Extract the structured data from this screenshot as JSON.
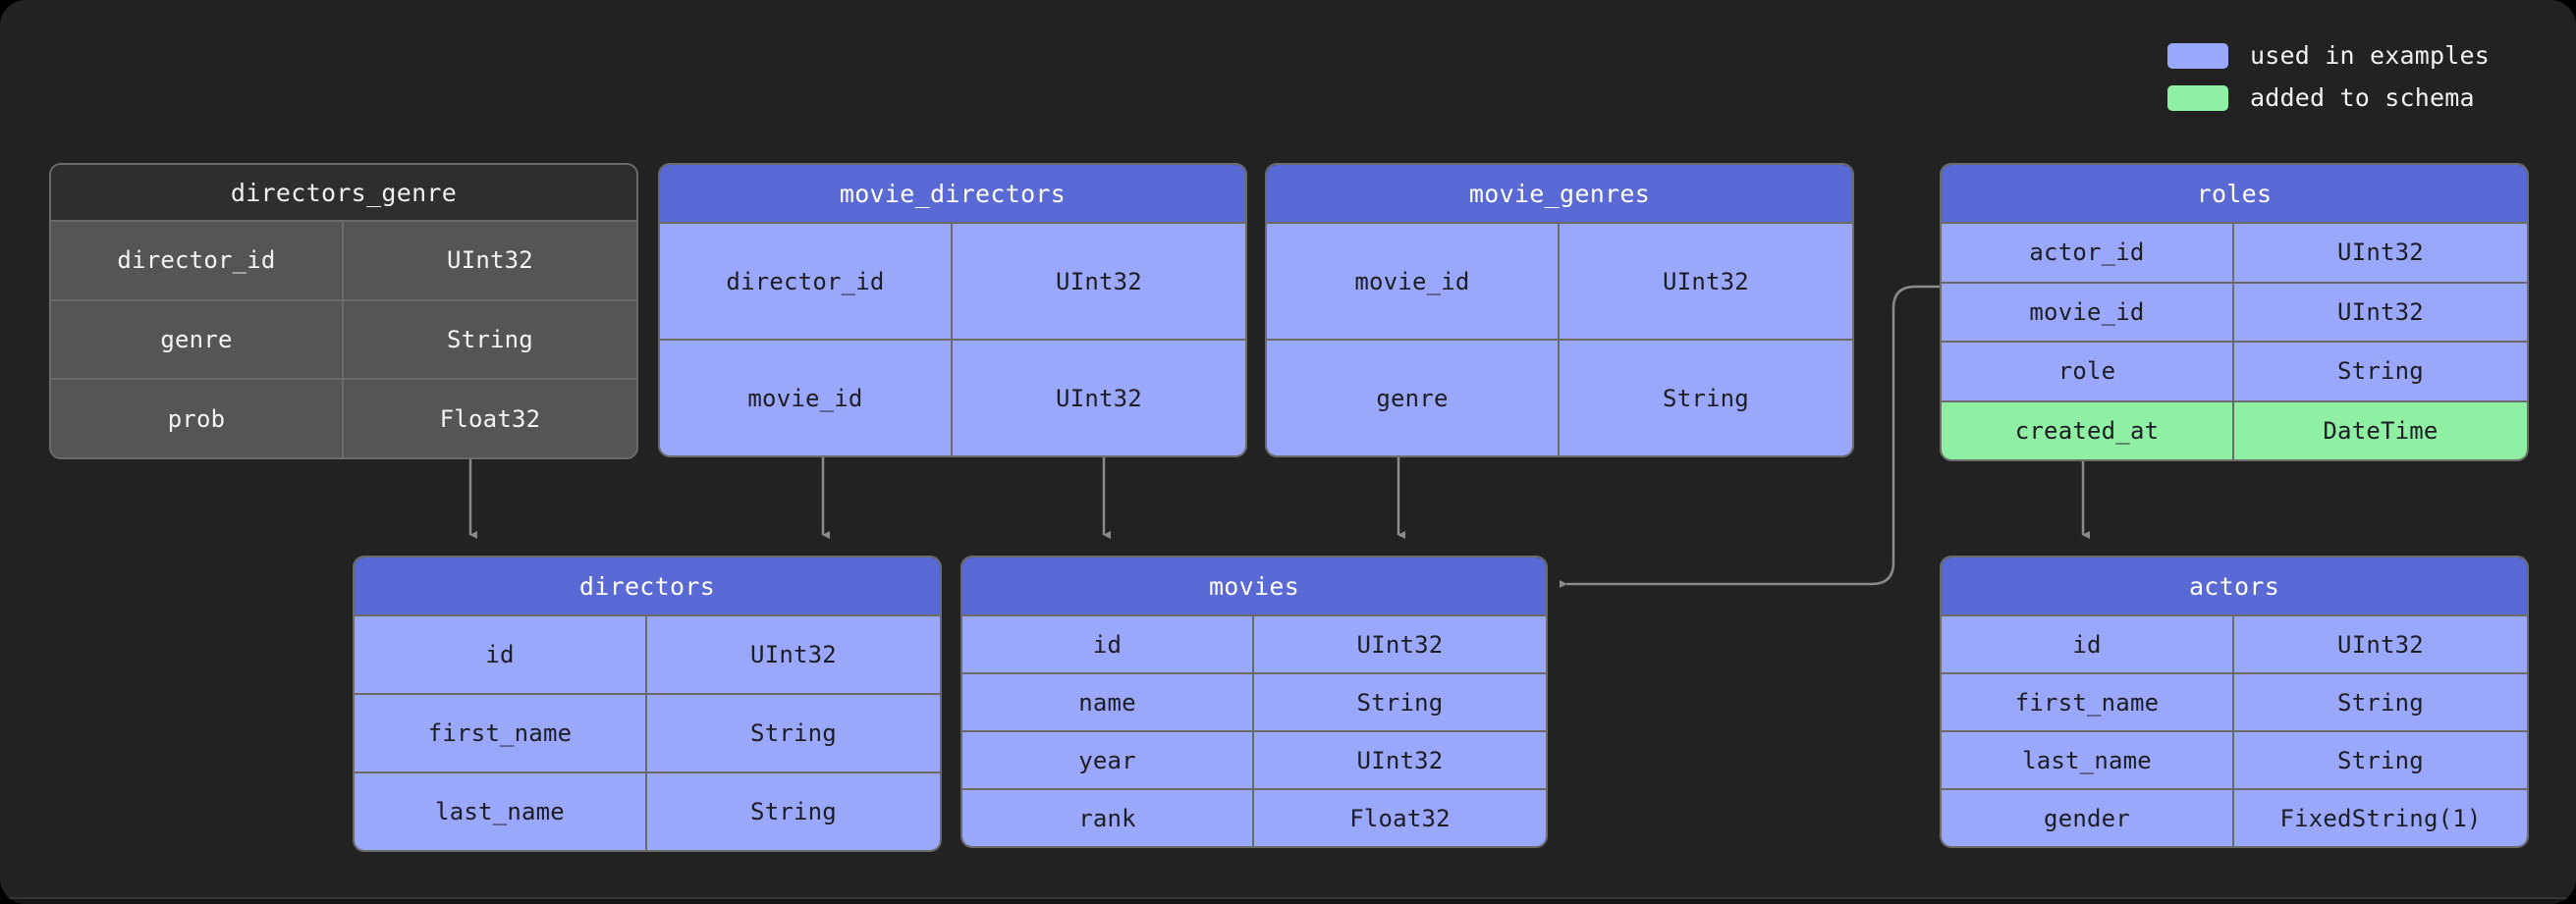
{
  "legend": {
    "items": [
      {
        "label": "used in examples",
        "color": "#9aa8fb",
        "swatch_name": "legend-swatch-used-in-examples"
      },
      {
        "label": "added to schema",
        "color": "#8ff0a4",
        "swatch_name": "legend-swatch-added-to-schema"
      }
    ]
  },
  "tables": [
    {
      "name": "directors_genre",
      "style": "gray",
      "rows": [
        {
          "name": "director_id",
          "type": "UInt32",
          "highlight": "none"
        },
        {
          "name": "genre",
          "type": "String",
          "highlight": "none"
        },
        {
          "name": "prob",
          "type": "Float32",
          "highlight": "none"
        }
      ]
    },
    {
      "name": "movie_directors",
      "style": "blue",
      "rows": [
        {
          "name": "director_id",
          "type": "UInt32",
          "highlight": "none"
        },
        {
          "name": "movie_id",
          "type": "UInt32",
          "highlight": "none"
        }
      ]
    },
    {
      "name": "movie_genres",
      "style": "blue",
      "rows": [
        {
          "name": "movie_id",
          "type": "UInt32",
          "highlight": "none"
        },
        {
          "name": "genre",
          "type": "String",
          "highlight": "none"
        }
      ]
    },
    {
      "name": "roles",
      "style": "blue",
      "rows": [
        {
          "name": "actor_id",
          "type": "UInt32",
          "highlight": "none"
        },
        {
          "name": "movie_id",
          "type": "UInt32",
          "highlight": "none"
        },
        {
          "name": "role",
          "type": "String",
          "highlight": "none"
        },
        {
          "name": "created_at",
          "type": "DateTime",
          "highlight": "green"
        }
      ]
    },
    {
      "name": "directors",
      "style": "blue",
      "rows": [
        {
          "name": "id",
          "type": "UInt32",
          "highlight": "none"
        },
        {
          "name": "first_name",
          "type": "String",
          "highlight": "none"
        },
        {
          "name": "last_name",
          "type": "String",
          "highlight": "none"
        }
      ]
    },
    {
      "name": "movies",
      "style": "blue",
      "rows": [
        {
          "name": "id",
          "type": "UInt32",
          "highlight": "none"
        },
        {
          "name": "name",
          "type": "String",
          "highlight": "none"
        },
        {
          "name": "year",
          "type": "UInt32",
          "highlight": "none"
        },
        {
          "name": "rank",
          "type": "Float32",
          "highlight": "none"
        }
      ]
    },
    {
      "name": "actors",
      "style": "blue",
      "rows": [
        {
          "name": "id",
          "type": "UInt32",
          "highlight": "none"
        },
        {
          "name": "first_name",
          "type": "String",
          "highlight": "none"
        },
        {
          "name": "last_name",
          "type": "String",
          "highlight": "none"
        },
        {
          "name": "gender",
          "type": "FixedString(1)",
          "highlight": "none"
        }
      ]
    }
  ],
  "relations": [
    {
      "from": "directors_genre",
      "to": "directors",
      "shape": "straight-down"
    },
    {
      "from": "movie_directors",
      "to": "directors",
      "shape": "straight-down"
    },
    {
      "from": "movie_directors",
      "to": "movies",
      "shape": "straight-down"
    },
    {
      "from": "movie_genres",
      "to": "movies",
      "shape": "straight-down"
    },
    {
      "from": "roles",
      "to": "movies",
      "shape": "elbow-left"
    },
    {
      "from": "roles",
      "to": "actors",
      "shape": "straight-down"
    }
  ],
  "colors": {
    "background": "#222222",
    "header_blue": "#5a6ad4",
    "body_blue": "#9aa8fb",
    "header_gray": "#2e2e2e",
    "body_gray": "#555555",
    "added_green": "#8ff0a4",
    "border": "#6b6b6b",
    "connector": "#8a8a8a"
  }
}
